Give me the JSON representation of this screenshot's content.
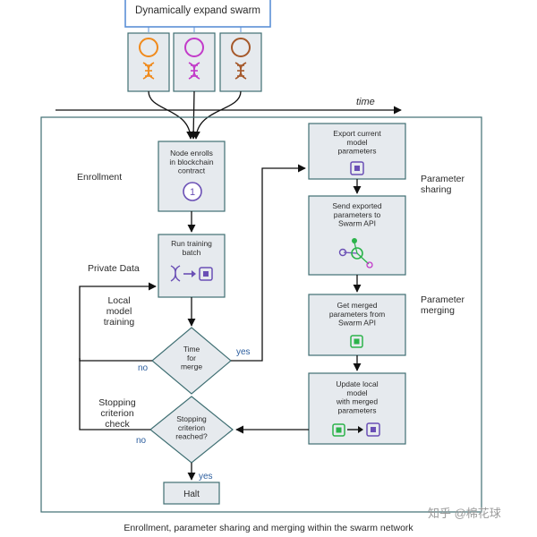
{
  "top_banner": {
    "label": "Dynamically expand swarm"
  },
  "time_label": "time",
  "nodes": {
    "enroll": "Node enrolls\nin blockchain\ncontract",
    "step_number": "1",
    "run_training": "Run training\nbatch",
    "time_for_merge": "Time\nfor\nmerge",
    "stopping": "Stopping\ncriterion\nreached?",
    "halt": "Halt",
    "export": "Export current\nmodel\nparameters",
    "send": "Send exported\nparameters to\nSwarm API",
    "get_merged": "Get merged\nparameters from\nSwarm API",
    "update": "Update local\nmodel\nwith merged\nparameters"
  },
  "side_labels": {
    "enrollment": "Enrollment",
    "private_data": "Private Data",
    "local_training": "Local\nmodel\ntraining",
    "stopping_check": "Stopping\ncriterion\ncheck",
    "parameter_sharing": "Parameter\nsharing",
    "parameter_merging": "Parameter\nmerging"
  },
  "edge_labels": {
    "merge_yes": "yes",
    "merge_no": "no",
    "stop_no": "no",
    "stop_yes": "yes"
  },
  "caption": "Enrollment, parameter sharing and merging within the swarm network",
  "watermark": "知乎 @棉花球",
  "colors": {
    "frame": "#3f6f73",
    "box_fill": "#e6eaee",
    "banner_border": "#5b8fd6",
    "node_orange": "#f08a1c",
    "node_magenta": "#c23ac9",
    "node_brown": "#a5582a",
    "chip_purple": "#6a4fb5",
    "chip_green": "#2bb34a",
    "edge_label_blue": "#2c5e9e"
  }
}
